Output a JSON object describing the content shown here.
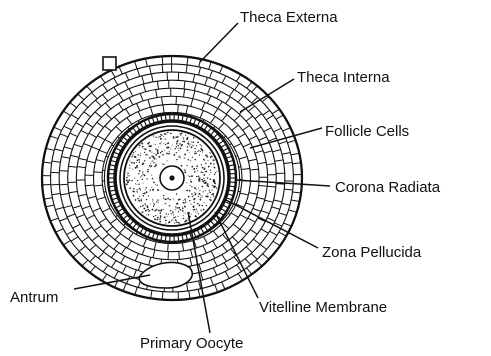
{
  "diagram": {
    "labels": {
      "theca_externa": "Theca Externa",
      "theca_interna": "Theca Interna",
      "follicle_cells": "Follicle Cells",
      "corona_radiata": "Corona Radiata",
      "zona_pellucida": "Zona Pellucida",
      "vitelline_membrane": "Vitelline Membrane",
      "antrum": "Antrum",
      "primary_oocyte": "Primary Oocyte"
    },
    "colors": {
      "ink": "#111111",
      "paper": "#ffffff"
    }
  }
}
